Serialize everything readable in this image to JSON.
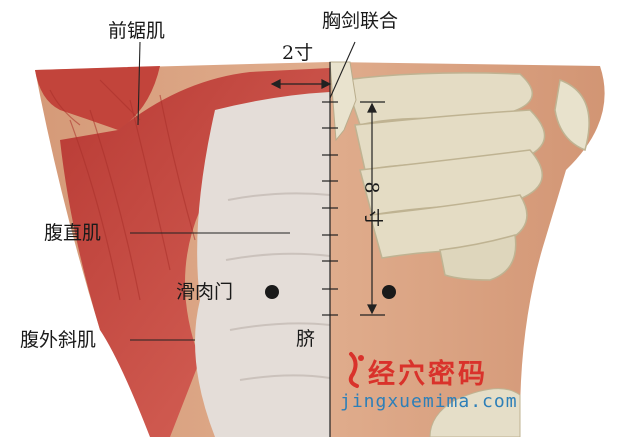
{
  "labels": {
    "serratus_anterior": "前锯肌",
    "xiphisternal_junction": "胸剑联合",
    "two_cun": "2寸",
    "rectus_abdominis": "腹直肌",
    "acupoint": "滑肉门",
    "external_oblique": "腹外斜肌",
    "navel": "脐",
    "scale_upper": "8",
    "scale_lower": "寸"
  },
  "watermark": {
    "brand": "经穴密码",
    "url": "jingxuemima.com"
  },
  "colors": {
    "skin": "#dca583",
    "muscle_red": "#c8473e",
    "fascia": "#e6e0dc",
    "bone": "#e2dcc2",
    "acupoint_dot": "#1a1a1a",
    "watermark_red": "#d9322b"
  }
}
